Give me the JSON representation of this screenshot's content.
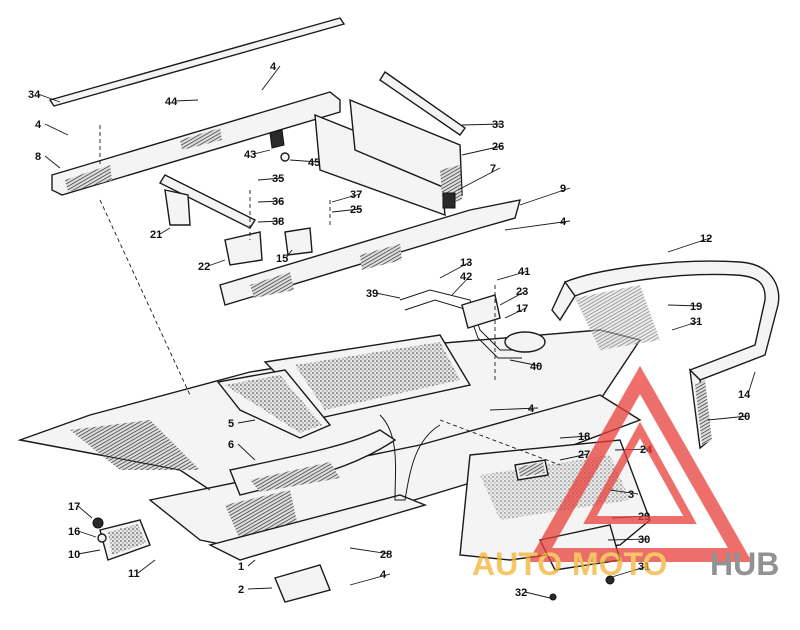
{
  "diagram": {
    "callouts": [
      {
        "id": "c34",
        "text": "34"
      },
      {
        "id": "c4a",
        "text": "4"
      },
      {
        "id": "c44",
        "text": "44"
      },
      {
        "id": "c4b",
        "text": "4"
      },
      {
        "id": "c8",
        "text": "8"
      },
      {
        "id": "c33",
        "text": "33"
      },
      {
        "id": "c26",
        "text": "26"
      },
      {
        "id": "c43",
        "text": "43"
      },
      {
        "id": "c45",
        "text": "45"
      },
      {
        "id": "c7",
        "text": "7"
      },
      {
        "id": "c35",
        "text": "35"
      },
      {
        "id": "c36",
        "text": "36"
      },
      {
        "id": "c37",
        "text": "37"
      },
      {
        "id": "c25",
        "text": "25"
      },
      {
        "id": "c9",
        "text": "9"
      },
      {
        "id": "c38",
        "text": "38"
      },
      {
        "id": "c21",
        "text": "21"
      },
      {
        "id": "c4c",
        "text": "4"
      },
      {
        "id": "c12",
        "text": "12"
      },
      {
        "id": "c22",
        "text": "22"
      },
      {
        "id": "c15",
        "text": "15"
      },
      {
        "id": "c13",
        "text": "13"
      },
      {
        "id": "c41",
        "text": "41"
      },
      {
        "id": "c42",
        "text": "42"
      },
      {
        "id": "c39",
        "text": "39"
      },
      {
        "id": "c23",
        "text": "23"
      },
      {
        "id": "c17a",
        "text": "17"
      },
      {
        "id": "c19",
        "text": "19"
      },
      {
        "id": "c31a",
        "text": "31"
      },
      {
        "id": "c40",
        "text": "40"
      },
      {
        "id": "c14",
        "text": "14"
      },
      {
        "id": "c20",
        "text": "20"
      },
      {
        "id": "c4d",
        "text": "4"
      },
      {
        "id": "c5",
        "text": "5"
      },
      {
        "id": "c18",
        "text": "18"
      },
      {
        "id": "c27",
        "text": "27"
      },
      {
        "id": "c24",
        "text": "24"
      },
      {
        "id": "c6",
        "text": "6"
      },
      {
        "id": "c3",
        "text": "3"
      },
      {
        "id": "c17b",
        "text": "17"
      },
      {
        "id": "c16",
        "text": "16"
      },
      {
        "id": "c10",
        "text": "10"
      },
      {
        "id": "c29",
        "text": "29"
      },
      {
        "id": "c30",
        "text": "30"
      },
      {
        "id": "c11",
        "text": "11"
      },
      {
        "id": "c28",
        "text": "28"
      },
      {
        "id": "c1",
        "text": "1"
      },
      {
        "id": "c31b",
        "text": "31"
      },
      {
        "id": "c2",
        "text": "2"
      },
      {
        "id": "c4e",
        "text": "4"
      },
      {
        "id": "c32",
        "text": "32"
      }
    ]
  },
  "watermark": {
    "auto": "AUTO",
    "moto": "MOTO",
    "hub": "HUB",
    "accent_color": "#e8403a",
    "gold_color": "#f2b233",
    "gray_color": "#6e6e6e"
  }
}
